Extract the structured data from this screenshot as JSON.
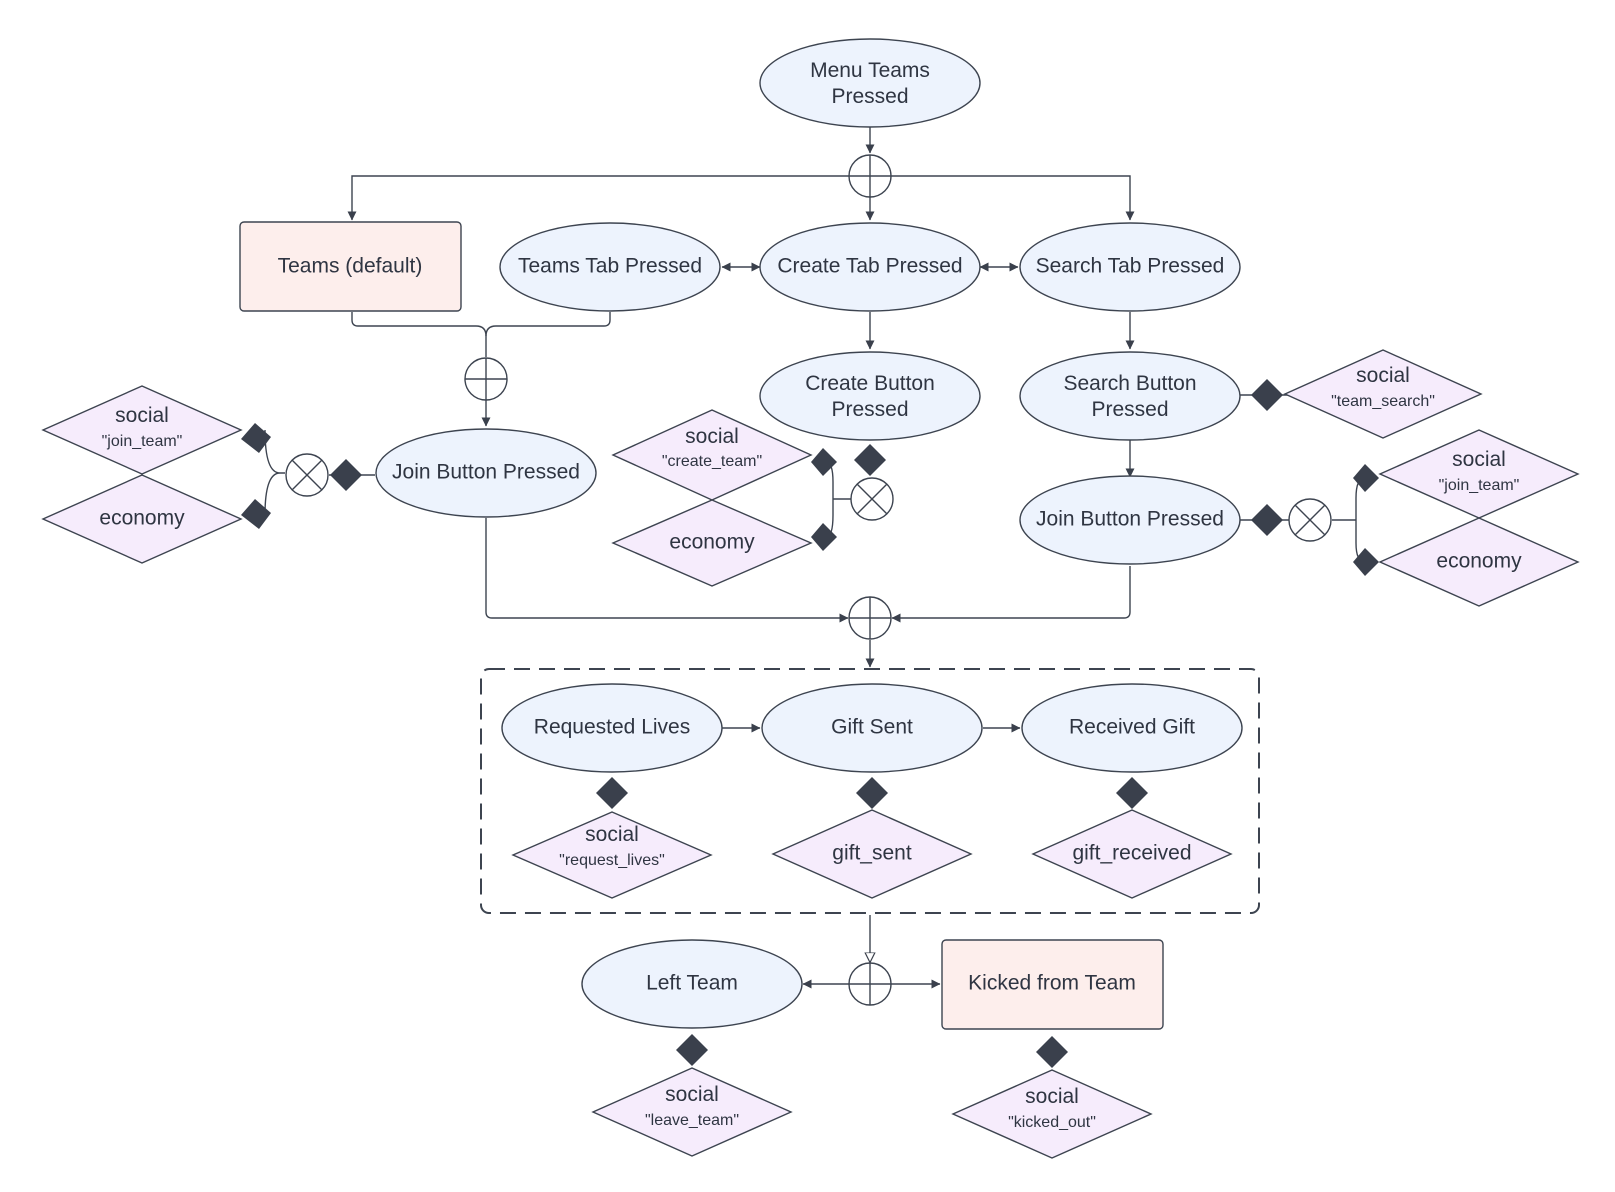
{
  "colors": {
    "event_fill": "#edf3fd",
    "state_fill": "#fdeeec",
    "analytics_fill": "#f6ecfc",
    "stroke": "#3d4450",
    "connector": "#3a404c"
  },
  "nodes": {
    "menu_teams": "Menu Teams Pressed",
    "teams_default": "Teams (default)",
    "teams_tab": "Teams Tab Pressed",
    "create_tab": "Create Tab Pressed",
    "search_tab": "Search Tab Pressed",
    "create_button": "Create Button Pressed",
    "search_button": "Search Button Pressed",
    "join_button_left": "Join Button Pressed",
    "join_button_right": "Join Button Pressed",
    "requested_lives": "Requested Lives",
    "gift_sent": "Gift Sent",
    "received_gift": "Received Gift",
    "left_team": "Left Team",
    "kicked_team": "Kicked from Team"
  },
  "events": {
    "social_join_left": {
      "category": "social",
      "event": "\"join_team\""
    },
    "economy_left": {
      "category": "economy"
    },
    "social_create": {
      "category": "social",
      "event": "\"create_team\""
    },
    "economy_create": {
      "category": "economy"
    },
    "social_search": {
      "category": "social",
      "event": "\"team_search\""
    },
    "social_join_right": {
      "category": "social",
      "event": "\"join_team\""
    },
    "economy_right": {
      "category": "economy"
    },
    "social_request": {
      "category": "social",
      "event": "\"request_lives\""
    },
    "gift_sent_event": {
      "category": "gift_sent"
    },
    "gift_received_event": {
      "category": "gift_received"
    },
    "social_leave": {
      "category": "social",
      "event": "\"leave_team\""
    },
    "social_kicked": {
      "category": "social",
      "event": "\"kicked_out\""
    }
  }
}
